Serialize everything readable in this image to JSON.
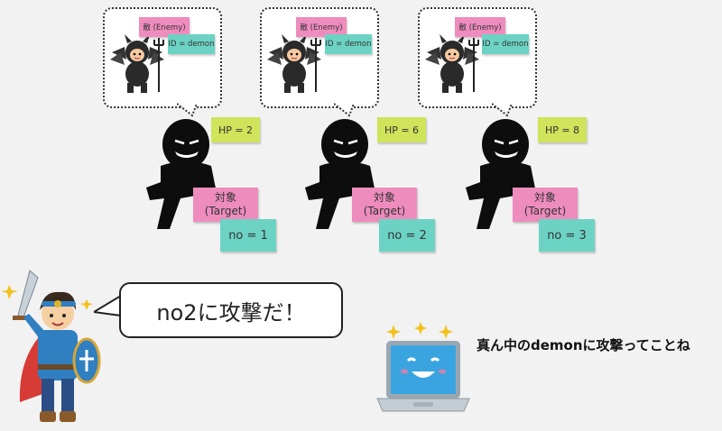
{
  "enemies": [
    {
      "enemy_label": "敵 (Enemy)",
      "id_label": "ID = demon",
      "hp_label": "HP = 2",
      "target_label_1": "対象",
      "target_label_2": "(Target)",
      "no_label": "no = 1"
    },
    {
      "enemy_label": "敵 (Enemy)",
      "id_label": "ID = demon",
      "hp_label": "HP = 6",
      "target_label_1": "対象",
      "target_label_2": "(Target)",
      "no_label": "no = 2"
    },
    {
      "enemy_label": "敵 (Enemy)",
      "id_label": "ID = demon",
      "hp_label": "HP = 8",
      "target_label_1": "対象",
      "target_label_2": "(Target)",
      "no_label": "no = 3"
    }
  ],
  "hero_speech": "no2に攻撃だ！",
  "computer_caption": "真ん中のdemonに攻撃ってことね",
  "colors": {
    "pink": "#ee8cbd",
    "teal": "#6cd3c4",
    "green": "#cfe35b",
    "shadow": "#0d0d0d",
    "screen": "#3aa4e0"
  },
  "icons": [
    "demon-icon",
    "shadow-enemy-icon",
    "hero-icon",
    "laptop-icon",
    "sparkle-icon"
  ]
}
